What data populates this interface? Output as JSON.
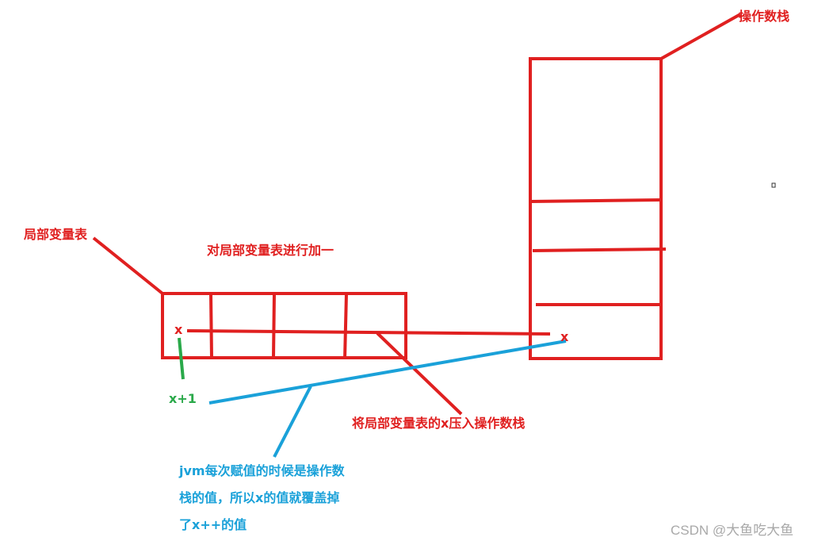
{
  "labels": {
    "operand_stack": "操作数栈",
    "local_variable_table": "局部变量表",
    "increment_local": "对局部变量表进行加一",
    "push_to_stack": "将局部变量表的x压入操作数栈",
    "x_in_table": "x",
    "x_in_stack": "x",
    "x_plus_one": "x+1",
    "jvm_note_line1": "jvm每次赋值的时候是操作数",
    "jvm_note_line2": "栈的值，所以x的值就覆盖掉",
    "jvm_note_line3": "了x++的值"
  },
  "watermark": "CSDN @大鱼吃大鱼",
  "colors": {
    "red": "#e02020",
    "green": "#2aa94a",
    "blue": "#1aa1d9",
    "watermark": "#a9a9a9"
  }
}
